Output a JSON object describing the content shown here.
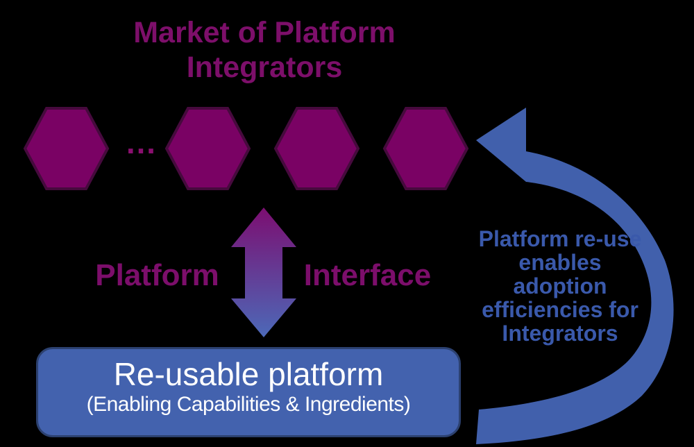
{
  "colors": {
    "background": "#000000",
    "hexagon_fill": "#7A0264",
    "hexagon_stroke": "#460A3D",
    "title_text": "#7D0F6A",
    "label_text": "#7C0E6B",
    "arrow_gradient_top": "#7C0E71",
    "arrow_gradient_bottom": "#4C69B8",
    "curved_arrow_blue": "#4160AC",
    "annotation_text": "#3A59AB",
    "box_fill": "#4362AE",
    "box_border": "#2C4170",
    "box_text": "#FFFFFF"
  },
  "title": {
    "line1": "Market of Platform",
    "line2": "Integrators"
  },
  "market": {
    "ellipsis": "…",
    "hexagon_count": 4
  },
  "interface_labels": {
    "left": "Platform",
    "right": "Interface"
  },
  "platform_box": {
    "title": "Re-usable platform",
    "subtitle": "(Enabling Capabilities & Ingredients)"
  },
  "annotation": {
    "lines": [
      "Platform re-use",
      "enables",
      "adoption",
      "efficiencies for",
      "Integrators"
    ]
  }
}
